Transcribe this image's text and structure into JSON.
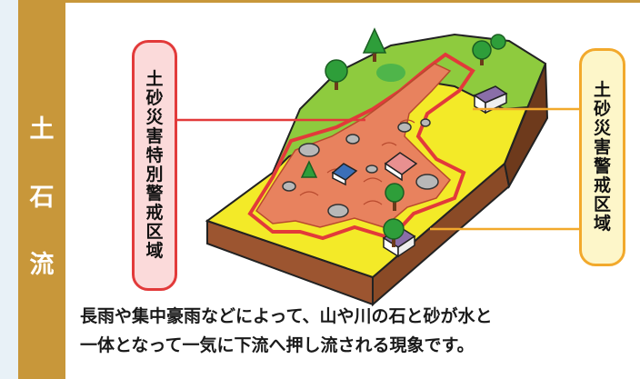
{
  "sidebar": {
    "title_chars": [
      "土",
      "石",
      "流"
    ]
  },
  "labels": {
    "special_zone": [
      "土",
      "砂",
      "災",
      "害",
      "特",
      "別",
      "警",
      "戒",
      "区",
      "域"
    ],
    "warning_zone": [
      "土",
      "砂",
      "災",
      "害",
      "警",
      "戒",
      "区",
      "域"
    ]
  },
  "caption": {
    "line1": "長雨や集中豪雨などによって、山や川の石と砂が水と",
    "line2": "一体となって一気に下流へ押し流される現象です。"
  },
  "colors": {
    "sidebar": "#c8973a",
    "background": "#e8f1f7",
    "special_zone_border": "#e23a3a",
    "special_zone_fill": "#fbdada",
    "warning_zone_border": "#f2a92c",
    "warning_zone_fill": "#fdf6c9",
    "debris_flow": "#e8825e",
    "warning_area": "#f3ea28",
    "grass": "#8ecb3e",
    "soil": "#8a4a26"
  }
}
